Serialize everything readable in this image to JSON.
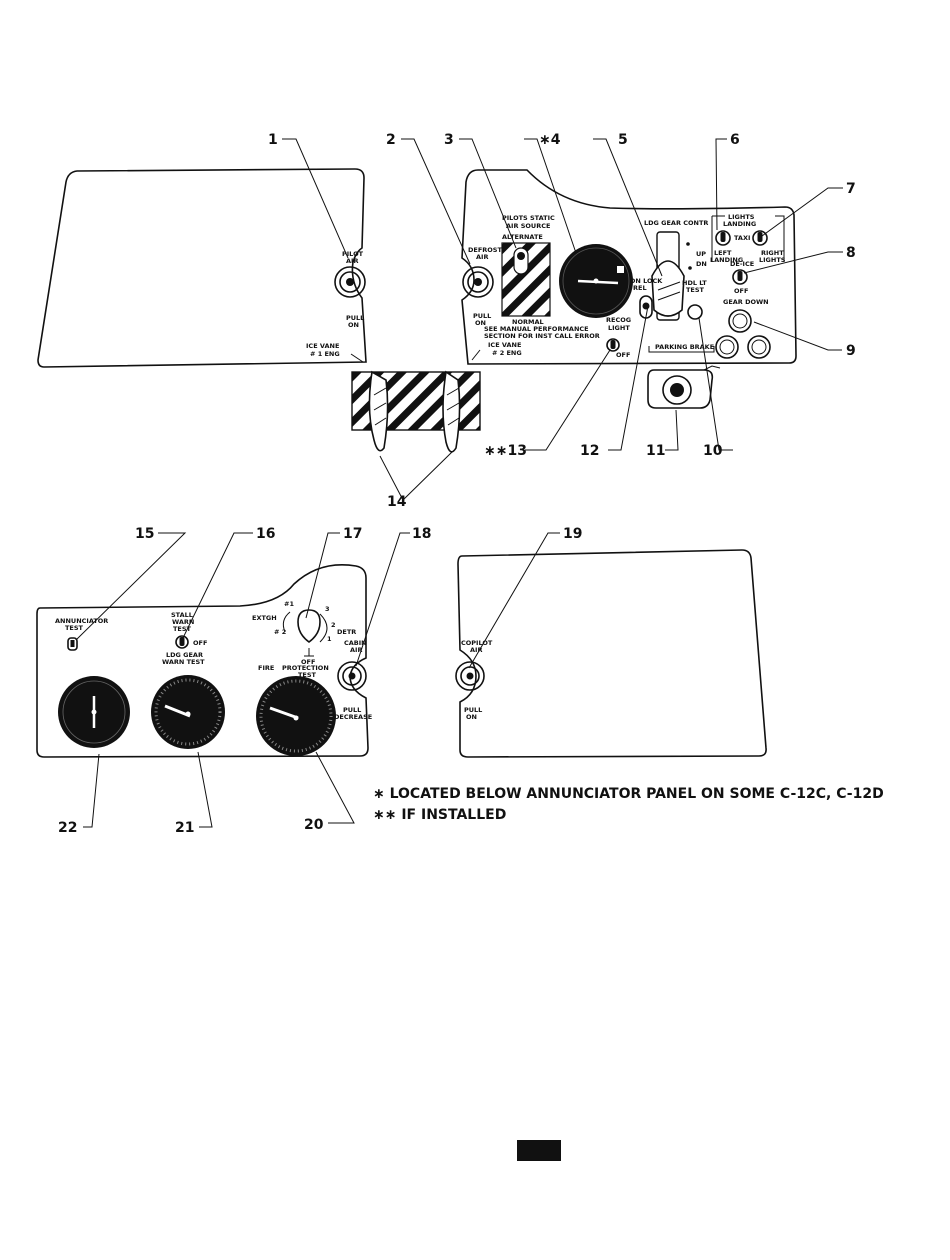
{
  "callouts": {
    "c1": "1",
    "c2": "2",
    "c3": "3",
    "c4": "∗4",
    "c5": "5",
    "c6": "6",
    "c7": "7",
    "c8": "8",
    "c9": "9",
    "c10": "10",
    "c11": "11",
    "c12": "12",
    "c13": "∗∗13",
    "c14": "14",
    "c15": "15",
    "c16": "16",
    "c17": "17",
    "c18": "18",
    "c19": "19",
    "c20": "20",
    "c21": "21",
    "c22": "22"
  },
  "left_panel": {
    "pilot_air_1": "PILOT",
    "pilot_air_2": "AIR",
    "pull_on_1": "PULL",
    "pull_on_2": "ON",
    "ice_vane_1": "ICE VANE",
    "ice_vane_2": "# 1 ENG"
  },
  "center_panel": {
    "defrost_1": "DEFROST",
    "defrost_2": "AIR",
    "pull_on_1": "PULL",
    "pull_on_2": "ON",
    "static_1": "PILOTS STATIC",
    "static_2": "AIR SOURCE",
    "alternate": "ALTERNATE",
    "normal": "NORMAL",
    "manual_1": "SEE MANUAL PERFORMANCE",
    "manual_2": "SECTION FOR INST CALL ERROR",
    "ice_vane_1": "ICE VANE",
    "ice_vane_2": "# 2 ENG",
    "ldg_gear_contr": "LDG GEAR CONTR",
    "up": "UP",
    "dn": "DN",
    "dn_lock_1": "DN LOCK",
    "dn_lock_2": "REL",
    "hdl_lt_1": "HDL LT",
    "hdl_lt_2": "TEST",
    "recog_1": "RECOG",
    "recog_2": "LIGHT",
    "off": "OFF",
    "lights": "LIGHTS",
    "landing": "LANDING",
    "taxi": "TAXI",
    "left_1": "LEFT",
    "left_2": "LANDING",
    "right_1": "RIGHT",
    "right_2": "LIGHTS",
    "deice": "DE-ICE",
    "deice_off": "OFF",
    "gear_down": "GEAR DOWN",
    "parking_brake": "PARKING BRAKE"
  },
  "lower_left_panel": {
    "annunciator_1": "ANNUNCIATOR",
    "annunciator_2": "TEST",
    "stall_1": "STALL",
    "stall_2": "WARN",
    "stall_3": "TEST",
    "stall_off": "OFF",
    "ldg_gear_1": "LDG GEAR",
    "ldg_gear_2": "WARN TEST",
    "extgh": "EXTGH",
    "n1": "#1",
    "n2": "# 2",
    "detr": "DETR",
    "d3": "3",
    "d2": "2",
    "d1": "1",
    "fp_off": "OFF",
    "fire": "FIRE",
    "protection": "PROTECTION",
    "fp_test": "TEST",
    "cabin_1": "CABIN",
    "cabin_2": "AIR",
    "pull_1": "PULL",
    "pull_2": "DECREASE"
  },
  "right_panel": {
    "copilot_1": "COPILOT",
    "copilot_2": "AIR",
    "pull_1": "PULL",
    "pull_2": "ON"
  },
  "footnotes": {
    "f1": "∗ LOCATED BELOW ANNUNCIATOR PANEL ON SOME C-12C, C-12D",
    "f2": "∗∗ IF INSTALLED"
  }
}
